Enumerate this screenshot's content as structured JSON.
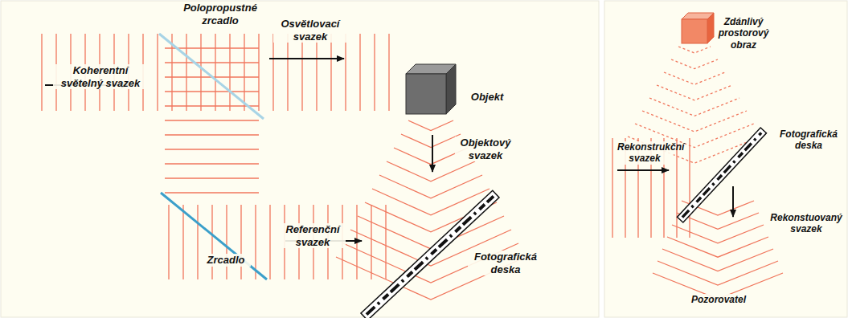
{
  "diagram": {
    "labels": [
      "Koherentní světelný svazek",
      "Polopropustné zrcadlo",
      "Osvětlovací svazek",
      "Objekt",
      "Objektový svazek",
      "Referenční svazek",
      "Zrcadlo",
      "Fotografická deska",
      "Zdánlivý prostorový obraz",
      "Rekonstrukční svazek",
      "Fotografická deska",
      "Rekonstuovaný svazek",
      "Pozorovatel"
    ]
  }
}
